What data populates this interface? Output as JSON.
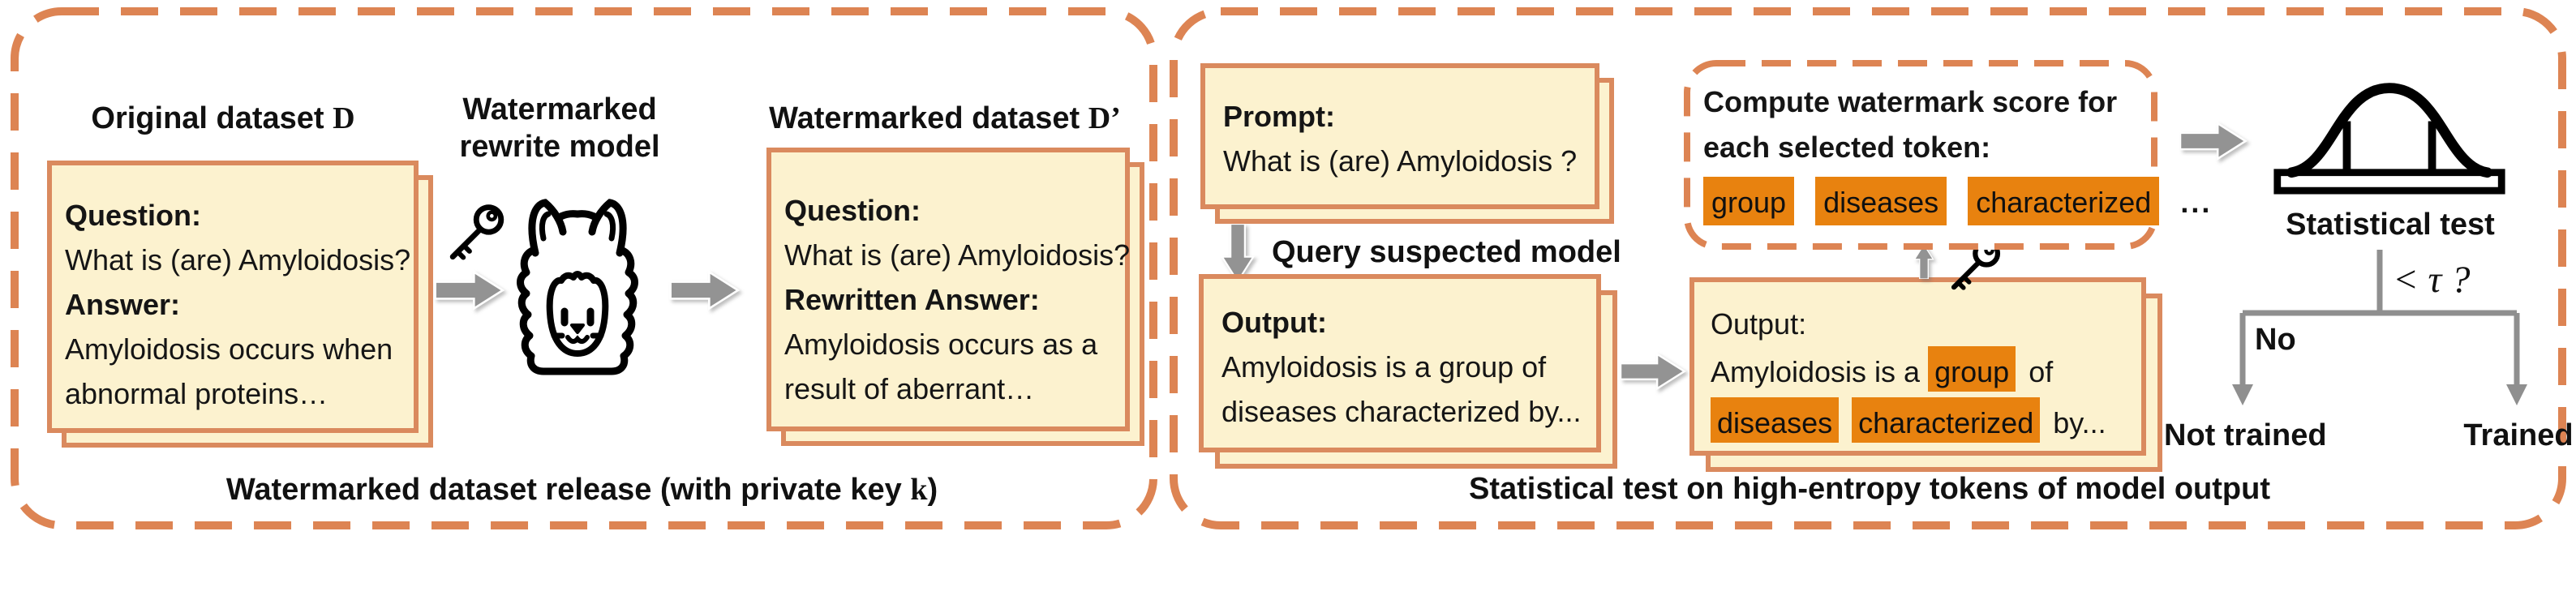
{
  "colors": {
    "panel_dash_orange": "#DD8453",
    "card_border_orange": "#DA8A5E",
    "card_fill_cream": "#FCF2CF",
    "token_highlight_orange": "#E8820F",
    "arrow_gray": "#939393",
    "tree_line_gray": "#8F8F8F",
    "text_black": "#111111"
  },
  "icons": {
    "key": "key-icon",
    "llama": "llama-rewrite-model-icon",
    "bell": "bell-curve-icon",
    "arrow": "flow-arrow-icon"
  },
  "left": {
    "title_original": {
      "text": "Original dataset",
      "math": "D"
    },
    "card_original": {
      "q_label": "Question:",
      "q_text": "What is (are) Amyloidosis?",
      "a_label": "Answer:",
      "a_line1": "Amyloidosis occurs when",
      "a_line2": "abnormal proteins…"
    },
    "model_label": {
      "line1": "Watermarked",
      "line2": "rewrite model"
    },
    "title_watermarked": {
      "text": "Watermarked dataset",
      "math": "D’"
    },
    "card_watermarked": {
      "q_label": "Question:",
      "q_text": "What is (are) Amyloidosis?",
      "a_label": "Rewritten Answer:",
      "a_line1": "Amyloidosis occurs as a",
      "a_line2": "result of aberrant…"
    },
    "caption": {
      "pre": "Watermarked dataset release (with private key ",
      "math": "k",
      "post": ")"
    }
  },
  "right": {
    "prompt_card": {
      "label": "Prompt:",
      "text": "What is (are) Amyloidosis ?"
    },
    "query_label": "Query suspected model",
    "output_card": {
      "label": "Output:",
      "line1": "Amyloidosis is a group of",
      "line2": "diseases characterized by..."
    },
    "tokenized_card": {
      "label": "Output:",
      "line1_pre": "Amyloidosis is a",
      "line1_hl": "group",
      "line1_post": "of",
      "line2_hl1": "diseases",
      "line2_hl2": "characterized",
      "line2_post": "by..."
    },
    "compute_box": {
      "line1": "Compute watermark score for",
      "line2": "each selected token:",
      "tokens": [
        "group",
        "diseases",
        "characterized"
      ],
      "ellipsis": "..."
    },
    "stat_label": "Statistical test",
    "threshold": "< τ ?",
    "branch_no": "No",
    "result_left": "Not trained",
    "result_right": "Trained",
    "caption": "Statistical test on high-entropy tokens of model output"
  }
}
